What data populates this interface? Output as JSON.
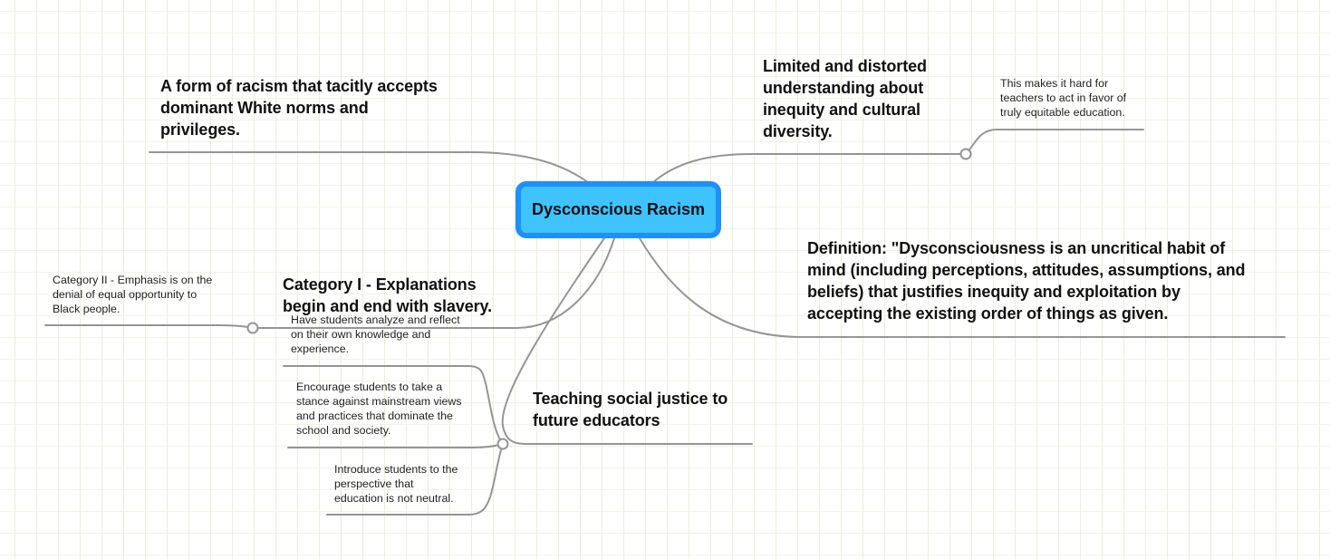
{
  "map": {
    "central_topic": "Dysconscious Racism",
    "colors": {
      "central_fill": "#3fc3fd",
      "central_border": "#1f90fb",
      "connector": "#959595",
      "grid": "#e8efdf",
      "text": "#111111"
    },
    "topics": [
      {
        "id": "racism-form",
        "label": "A form of racism that tacitly accepts dominant White norms and privileges.",
        "lines": [
          "A form of racism that tacitly accepts",
          "dominant White norms and",
          "privileges."
        ],
        "subtopics": []
      },
      {
        "id": "limited-understanding",
        "label": "Limited and distorted understanding about inequity and cultural diversity.",
        "lines": [
          "Limited and distorted",
          "understanding about",
          "inequity and cultural",
          "diversity."
        ],
        "subtopics": [
          {
            "label": "This makes it hard for teachers to act in favor of truly equitable education.",
            "lines": [
              "This makes it hard for",
              "teachers to act in favor of",
              "truly equitable education."
            ]
          }
        ]
      },
      {
        "id": "definition",
        "label": "Definition: \"Dysconsciousness is an uncritical habit of mind (including perceptions, attitudes, assumptions, and beliefs) that justifies inequity and exploitation by accepting the existing order of things as given.",
        "lines": [
          "Definition: \"Dysconsciousness is an uncritical habit of",
          "mind (including perceptions, attitudes, assumptions, and",
          "beliefs) that justifies inequity and exploitation by",
          "accepting the existing order of things as given."
        ],
        "subtopics": []
      },
      {
        "id": "category-1",
        "label": "Category I - Explanations begin and end with slavery.",
        "lines": [
          "Category I - Explanations",
          "begin and end with slavery."
        ],
        "subtopics": [
          {
            "label": "Category II - Emphasis is on the denial of equal opportunity to Black people.",
            "lines": [
              "Category II - Emphasis is on the",
              "denial of equal opportunity to",
              "Black people."
            ]
          }
        ]
      },
      {
        "id": "teaching-social-justice",
        "label": "Teaching social justice to future educators",
        "lines": [
          "Teaching social justice to",
          "future educators"
        ],
        "subtopics": [
          {
            "label": "Have students analyze and reflect on their own knowledge and experience.",
            "lines": [
              "Have students analyze and reflect",
              "on their own knowledge and",
              "experience."
            ]
          },
          {
            "label": "Encourage students to take a stance against mainstream views and practices that dominate the school and society.",
            "lines": [
              "Encourage students to take a",
              "stance against mainstream views",
              "and practices that dominate the",
              "school and society."
            ]
          },
          {
            "label": "Introduce students to the perspective that education is not neutral.",
            "lines": [
              "Introduce students to the",
              "perspective that",
              "education is not neutral."
            ]
          }
        ]
      }
    ]
  }
}
